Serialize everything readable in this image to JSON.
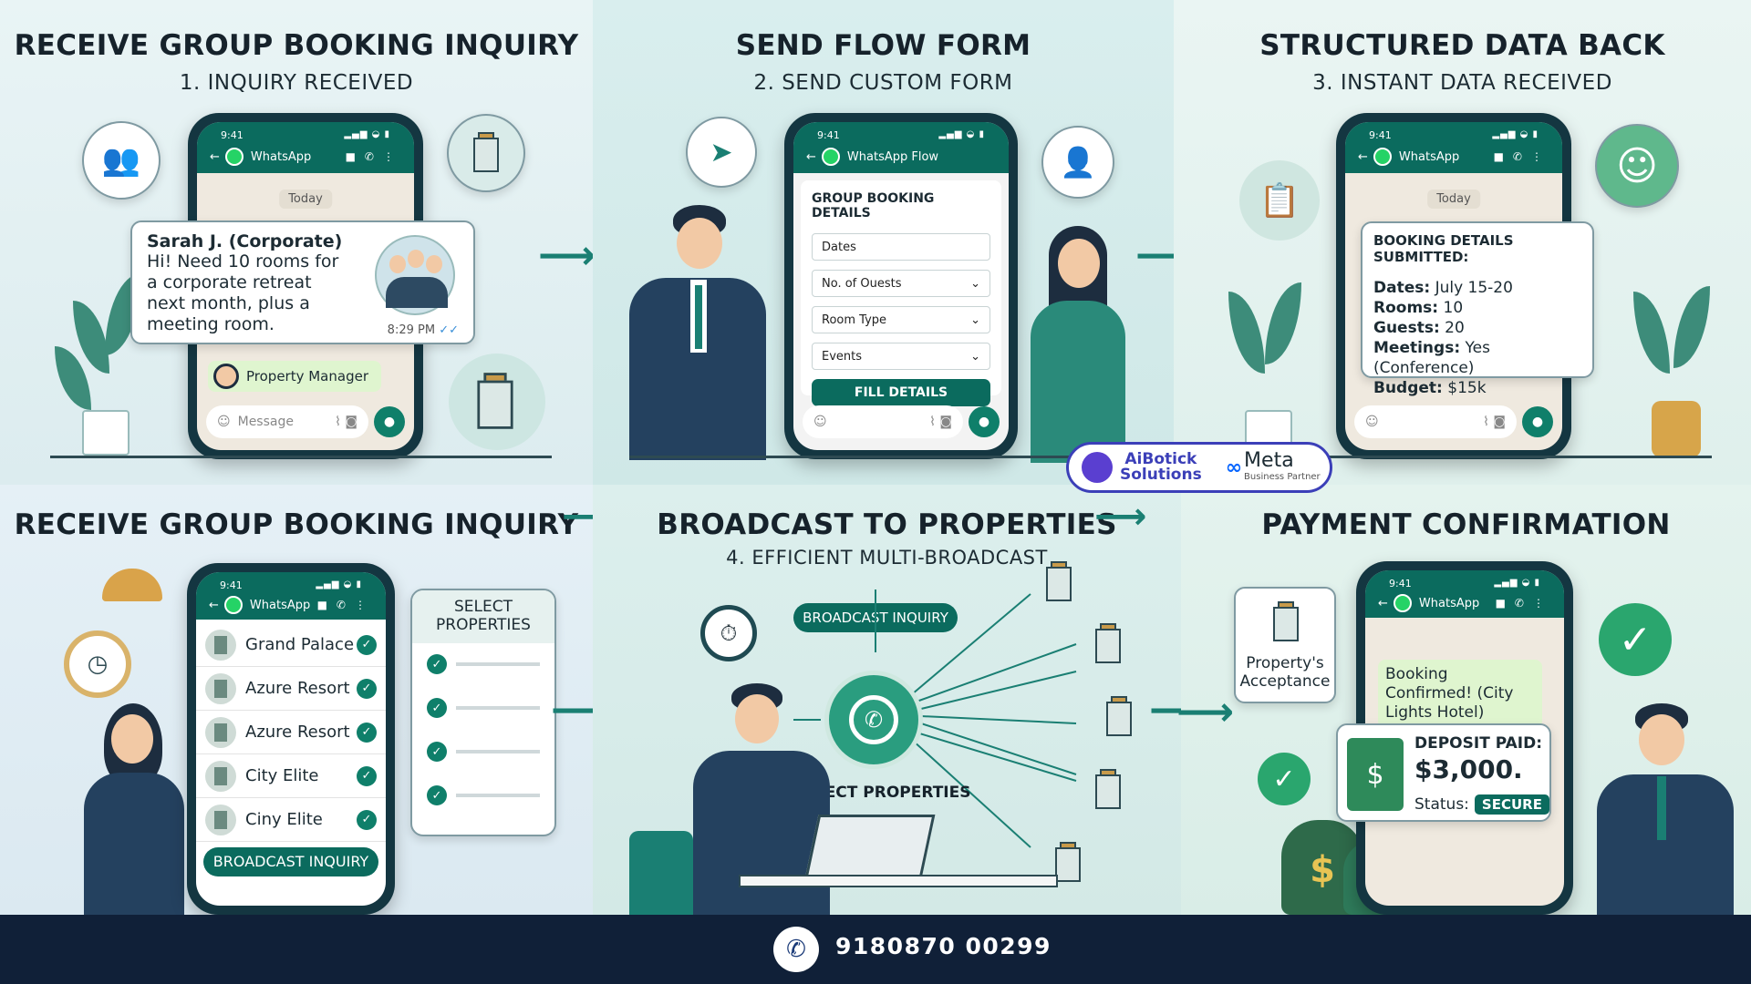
{
  "panels": {
    "p1": {
      "title": "RECEIVE GROUP BOOKING INQUIRY",
      "subtitle": "1. INQUIRY RECEIVED",
      "phone": {
        "time": "9:41",
        "app": "WhatsApp",
        "day": "Today",
        "placeholder": "Message"
      },
      "message": {
        "sender": "Sarah J. (Corporate)",
        "text": "Hi! Need 10 rooms for a corporate retreat next month, plus a meeting room.",
        "time": "8:29 PM",
        "ticks": "✓✓"
      },
      "manager_label": "Property Manager"
    },
    "p2": {
      "title": "SEND FLOW FORM",
      "subtitle": "2. SEND CUSTOM FORM",
      "phone": {
        "time": "9:41",
        "app": "WhatsApp Flow"
      },
      "form_title": "GROUP BOOKING DETAILS",
      "fields": [
        {
          "label": "Dates",
          "chevron": ""
        },
        {
          "label": "No. of Ouests",
          "chevron": "⌄"
        },
        {
          "label": "Room Type",
          "chevron": "⌄"
        },
        {
          "label": "Events",
          "chevron": "⌄"
        }
      ],
      "button": "FILL DETAILS"
    },
    "p3": {
      "title": "STRUCTURED DATA BACK",
      "subtitle": "3. INSTANT DATA RECEIVED",
      "phone": {
        "time": "9:41",
        "app": "WhatsApp",
        "day": "Today"
      },
      "card_title": "BOOKING DETAILS SUBMITTED:",
      "details": [
        {
          "key": "Dates:",
          "value": "July 15-20"
        },
        {
          "key": "Rooms:",
          "value": "10"
        },
        {
          "key": "Guests:",
          "value": "20"
        },
        {
          "key": "Meetings:",
          "value": "Yes (Conference)"
        },
        {
          "key": "Budget:",
          "value": "$15k"
        }
      ]
    },
    "p4": {
      "title": "RECEIVE GROUP BOOKING INQUIRY",
      "phone": {
        "time": "9:41",
        "app": "WhatsApp"
      },
      "properties": [
        "Grand Palace",
        "Azure Resort",
        "Azure Resort",
        "City Elite",
        "Ciny Elite"
      ],
      "button": "BROADCAST INQUIRY",
      "select_card_title": "SELECT PROPERTIES"
    },
    "p5": {
      "title": "BROADCAST TO PROPERTIES",
      "subtitle": "4. EFFICIENT MULTI-BROADCAST",
      "pill": "BROADCAST INQUIRY",
      "select_label": "SELECT PROPERTIES"
    },
    "p6": {
      "title": "PAYMENT CONFIRMATION",
      "phone": {
        "time": "9:41",
        "app": "WhatsApp"
      },
      "acceptance": "Property's Acceptance",
      "confirm_msg": "Booking Confirmed! (City Lights Hotel)",
      "deposit_label": "DEPOSIT PAID:",
      "deposit_amount": "$3,000.",
      "status_label": "Status:",
      "status_badge": "SECURE"
    }
  },
  "badge": {
    "brand1": "AiBotick",
    "brand2": "Solutions",
    "partner": "Meta",
    "partner_sub": "Business Partner"
  },
  "footer": {
    "phone": "9180870 00299"
  },
  "colors": {
    "teal": "#0b6b5e",
    "navy": "#102038",
    "accent_green": "#25d366"
  }
}
